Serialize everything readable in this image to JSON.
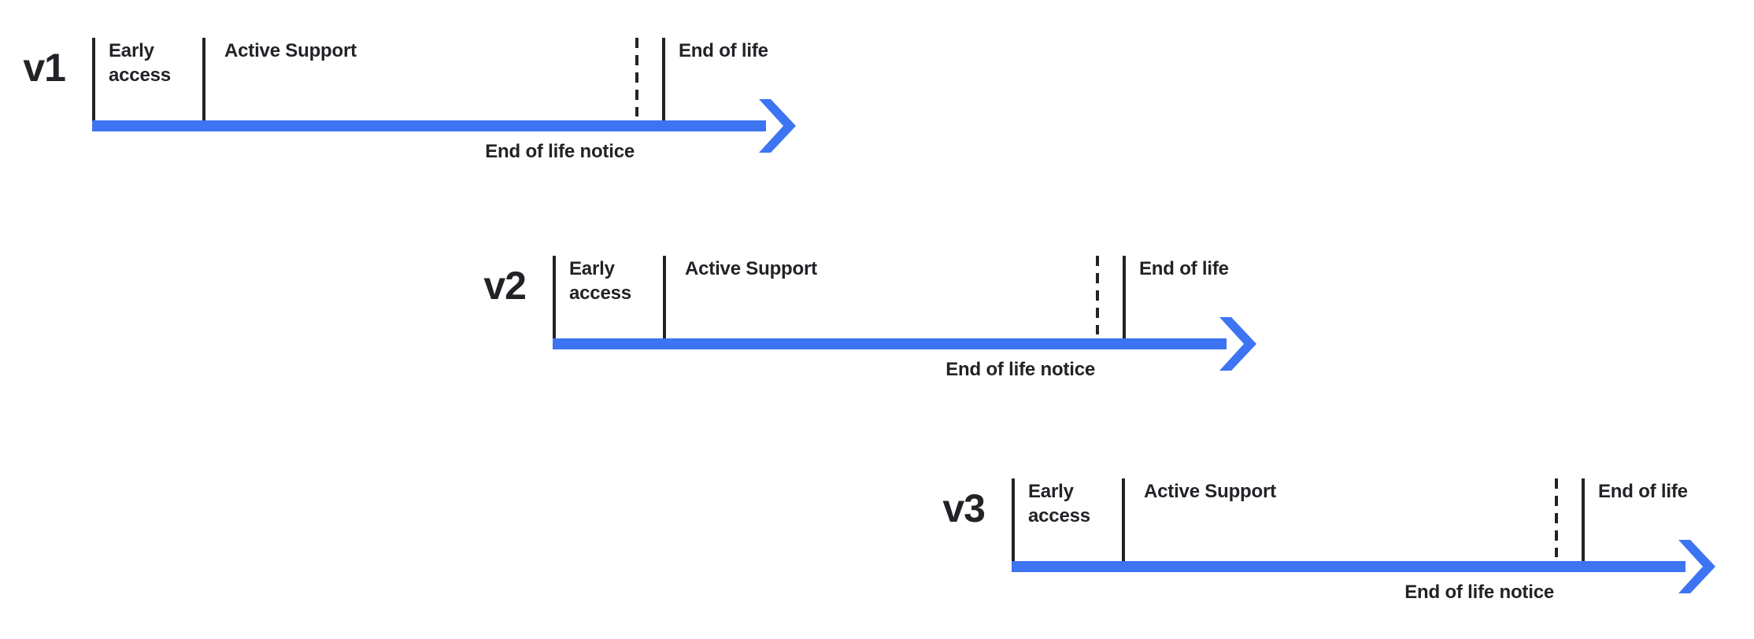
{
  "colors": {
    "arrow_blue": "#3c74f2",
    "ink": "#222327"
  },
  "timelines": [
    {
      "version": "v1",
      "labels": {
        "early_access": "Early access",
        "active_support": "Active Support",
        "end_of_life": "End of life",
        "end_of_life_notice": "End of life notice"
      }
    },
    {
      "version": "v2",
      "labels": {
        "early_access": "Early access",
        "active_support": "Active Support",
        "end_of_life": "End of life",
        "end_of_life_notice": "End of life notice"
      }
    },
    {
      "version": "v3",
      "labels": {
        "early_access": "Early access",
        "active_support": "Active Support",
        "end_of_life": "End of life",
        "end_of_life_notice": "End of life notice"
      }
    }
  ]
}
